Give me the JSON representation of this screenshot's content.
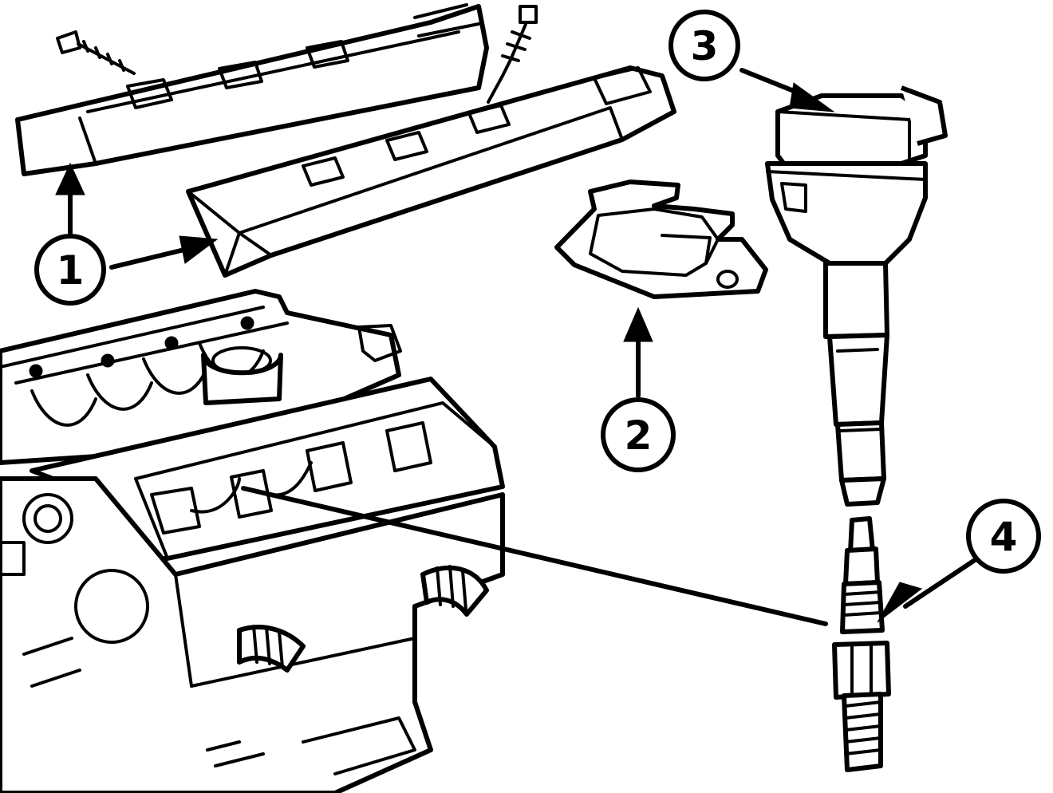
{
  "colors": {
    "ink": "#000000",
    "paper": "#ffffff"
  },
  "callouts": [
    {
      "id": "c1",
      "label": "1"
    },
    {
      "id": "c2",
      "label": "2"
    },
    {
      "id": "c3",
      "label": "3"
    },
    {
      "id": "c4",
      "label": "4"
    }
  ]
}
